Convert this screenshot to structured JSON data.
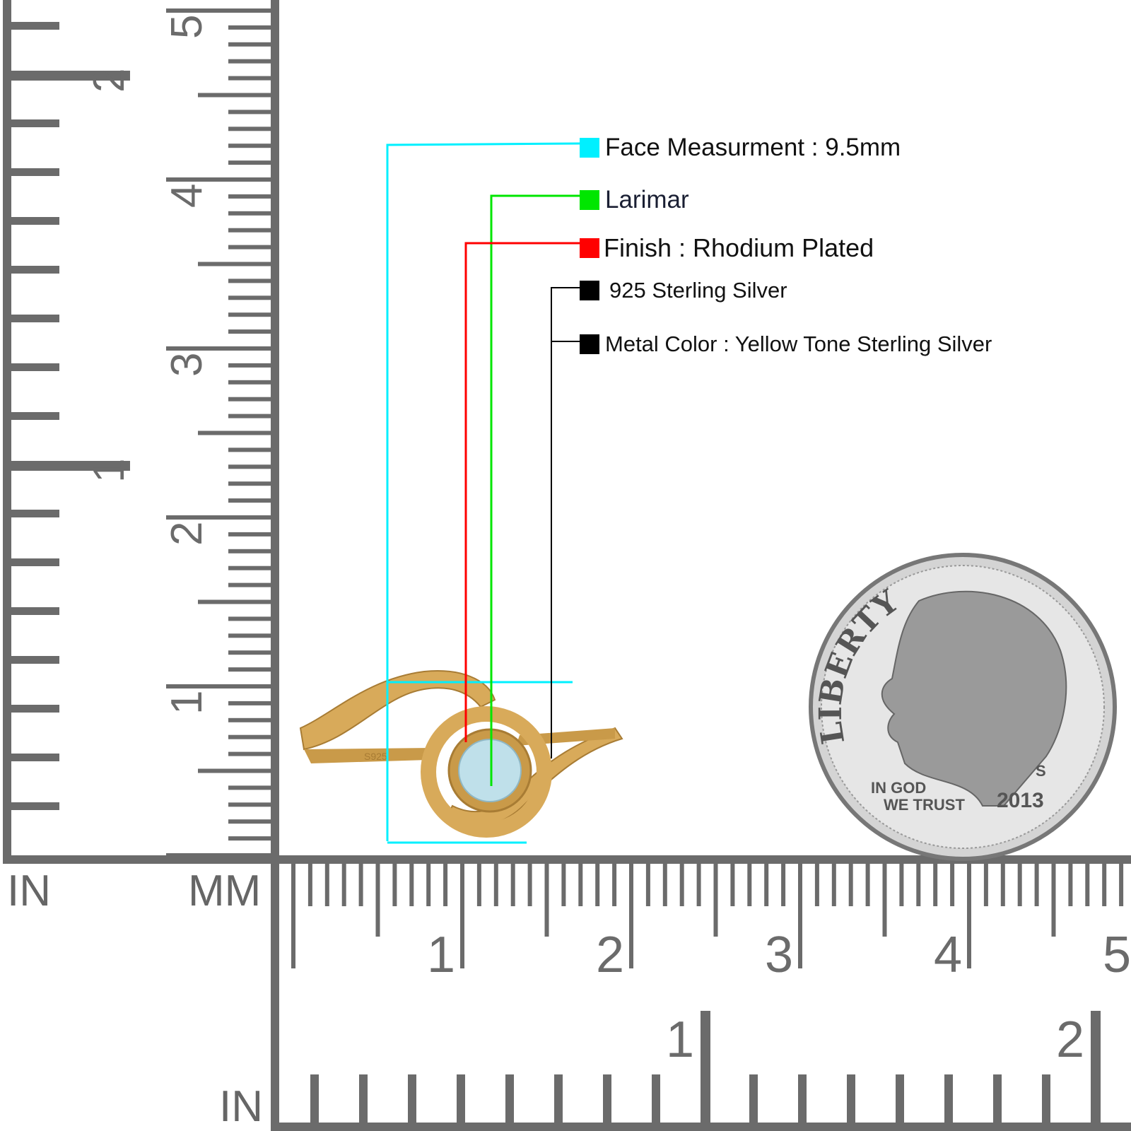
{
  "legend": [
    {
      "label": "Face Measurment : 9.5mm",
      "color": "#00f0ff"
    },
    {
      "label": "Larimar",
      "color": "#00e600"
    },
    {
      "label": "Finish : Rhodium Plated",
      "color": "#ff0000"
    },
    {
      "label": "925 Sterling Silver",
      "color": "#000000"
    },
    {
      "label": "Metal Color : Yellow Tone Sterling Silver",
      "color": "#000000"
    }
  ],
  "rulers": {
    "vertical_inch_labels": [
      "1",
      "2"
    ],
    "vertical_cm_labels": [
      "1",
      "2",
      "3",
      "4",
      "5"
    ],
    "horizontal_cm_labels": [
      "1",
      "2",
      "3",
      "4",
      "5"
    ],
    "horizontal_inch_labels": [
      "1",
      "2"
    ],
    "unit_in_left": "IN",
    "unit_mm": "MM",
    "unit_in_bottom": "IN",
    "color": "#6b6b6b"
  },
  "ring": {
    "stamp": "S925",
    "metal_color": "#d8aa5a",
    "stone_color": "#bfe0ea"
  },
  "coin": {
    "legend_top": "LIBERTY",
    "motto_line1": "IN GOD",
    "motto_line2": "WE TRUST",
    "year": "2013",
    "mint_mark": "S"
  }
}
